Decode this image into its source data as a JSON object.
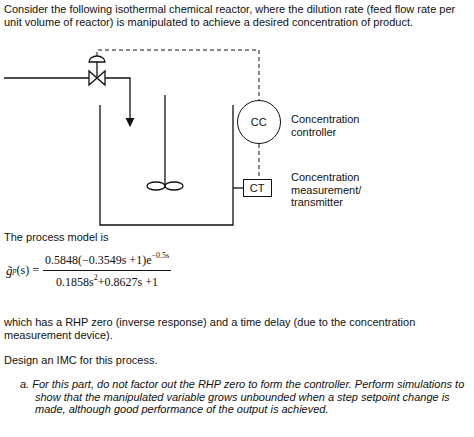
{
  "diagram": {
    "nodes": [
      {
        "text": [
          "CC",
          "Concentration controller"
        ]
      },
      {
        "text": [
          "CT",
          "Concentration measurement/ transmitter"
        ]
      }
    ],
    "edges": [
      {
        "from": 0,
        "to": 1,
        "arrow": "none"
      }
    ],
    "labels": [
      "Consider the following isothermal chemical reactor, where the dilution rate (feed flow rate per unit volume of reactor) is manipulated to achieve a desired concentration of product.",
      "The process model is",
      "g̃",
      "p",
      "(s) =",
      "0.5848(−0.3549s +1)e",
      "−0.5s",
      "0.1858s",
      "2",
      "+0.8627s +1",
      "which has a RHP zero (inverse response) and a time delay (due to the concentration measurement device).",
      "Design an IMC for this process.",
      "a. For this part, do not factor out the RHP zero to form the controller. Perform simulations to show that the manipulated variable grows unbounded when a step setpoint change is made, although good performance of the output is achieved."
    ]
  }
}
